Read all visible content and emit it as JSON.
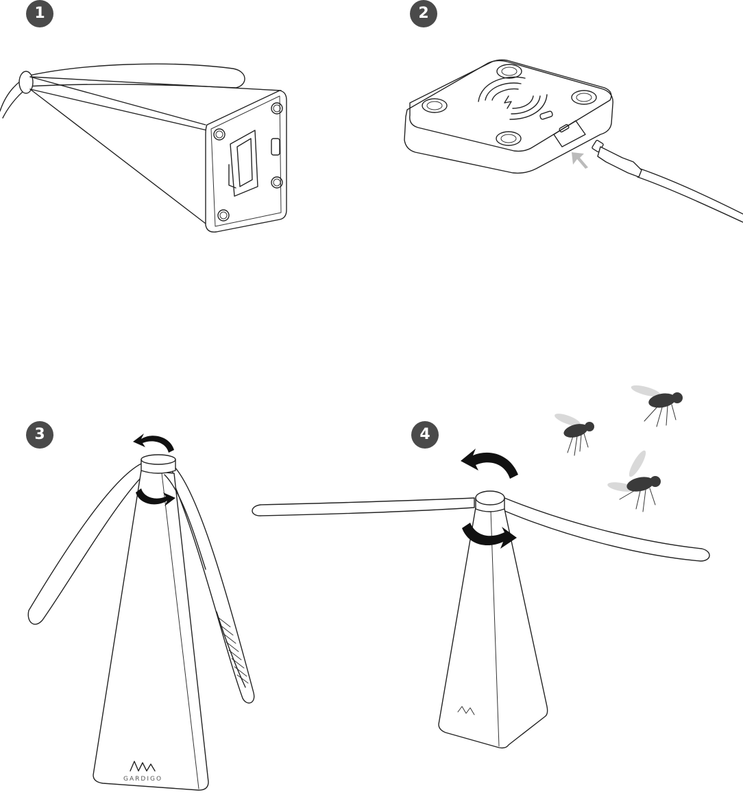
{
  "steps": [
    {
      "number": "1"
    },
    {
      "number": "2"
    },
    {
      "number": "3"
    },
    {
      "number": "4"
    }
  ],
  "brand": {
    "name": "GARDIGO"
  },
  "colors": {
    "badge": "#4a4a4a",
    "line": "#222222",
    "arrow": "#111111",
    "usb_arrow": "#bbbbbb"
  },
  "icons": [
    "usb-cable-icon",
    "insert-arrow-icon",
    "rotate-arrow-icon",
    "fly-icon",
    "wireless-charging-icon"
  ]
}
